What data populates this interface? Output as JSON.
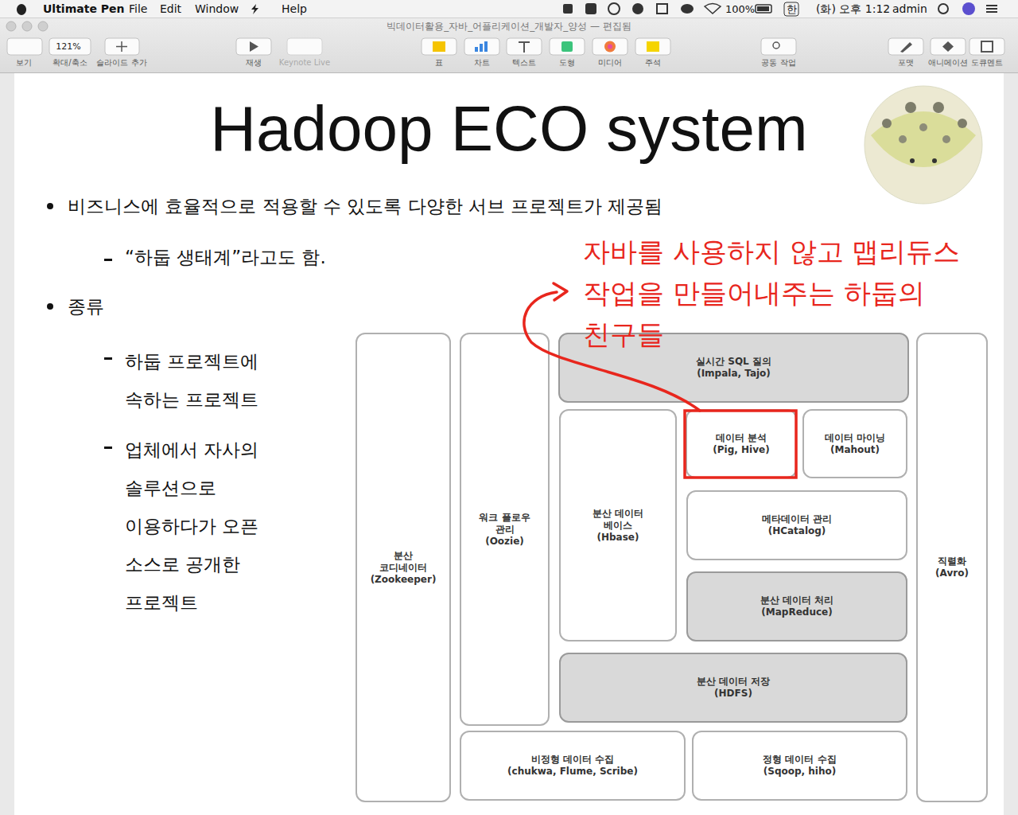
{
  "diagram": {
    "title": "Hadoop ECO system",
    "nodes": [
      {
        "text": [
          "분산 코디네이터",
          "(Zookeeper)"
        ]
      },
      {
        "text": [
          "워크 플로우 관리",
          "(Oozie)"
        ]
      },
      {
        "text": [
          "실시간 SQL 질의",
          "(Impala, Tajo)"
        ]
      },
      {
        "text": [
          "분산 데이터 베이스",
          "(Hbase)"
        ]
      },
      {
        "text": [
          "데이터 분석",
          "(Pig, Hive)"
        ]
      },
      {
        "text": [
          "데이터 마이닝",
          "(Mahout)"
        ]
      },
      {
        "text": [
          "메타데이터 관리",
          "(HCatalog)"
        ]
      },
      {
        "text": [
          "분산 데이터 처리",
          "(MapReduce)"
        ]
      },
      {
        "text": [
          "분산 데이터 저장",
          "(HDFS)"
        ]
      },
      {
        "text": [
          "비정형 데이터 수집",
          "(chukwa, Flume, Scribe)"
        ]
      },
      {
        "text": [
          "정형 데이터 수집",
          "(Sqoop, hiho)"
        ]
      },
      {
        "text": [
          "직렬화",
          "(Avro)"
        ]
      }
    ],
    "labels": [
      "Ultimate Pen",
      "File",
      "Edit",
      "Window",
      "Help",
      "100%",
      "한",
      "(화) 오후 1:12",
      "admin",
      "빅데이터활용_자바_어플리케이션_개발자_양성 — 편집됨",
      "121%",
      "보기",
      "확대/축소",
      "슬라이드 추가",
      "재생",
      "Keynote Live",
      "표",
      "차트",
      "텍스트",
      "도형",
      "미디어",
      "주석",
      "공동 작업",
      "포맷",
      "애니메이션",
      "도큐멘트",
      "비즈니스에 효율적으로 적용할 수 있도록 다양한 서브 프로젝트가 제공됨",
      "“하둡 생태계”라고도 함.",
      "종류",
      "하둡 프로젝트에 속하는 프로젝트",
      "업체에서 자사의 솔루션으로 이용하다가 오픈 소스로 공개한 프로젝트",
      "자바를 사용하지 않고 맵리듀스 작업을 만들어내주는 하둡의 친구들"
    ]
  }
}
